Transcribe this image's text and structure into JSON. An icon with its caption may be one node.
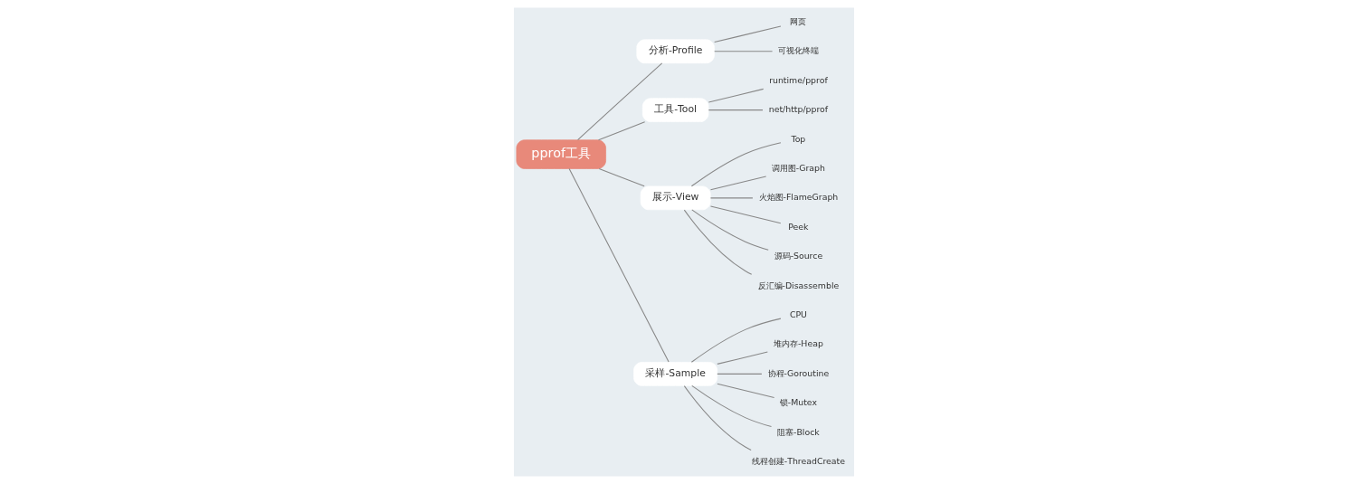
{
  "diagram": {
    "nodes": [
      {
        "text": [
          "pprof工具"
        ]
      },
      {
        "text": [
          "分析-Profile"
        ]
      },
      {
        "text": [
          "网页"
        ]
      },
      {
        "text": [
          "可视化终端"
        ]
      },
      {
        "text": [
          "工具-Tool"
        ]
      },
      {
        "text": [
          "runtime/pprof"
        ]
      },
      {
        "text": [
          "net/http/pprof"
        ]
      },
      {
        "text": [
          "展示-View"
        ]
      },
      {
        "text": [
          "Top"
        ]
      },
      {
        "text": [
          "调用图-Graph"
        ]
      },
      {
        "text": [
          "火焰图-FlameGraph"
        ]
      },
      {
        "text": [
          "Peek"
        ]
      },
      {
        "text": [
          "源码-Source"
        ]
      },
      {
        "text": [
          "反汇编-Disassemble"
        ]
      },
      {
        "text": [
          "采样-Sample"
        ]
      },
      {
        "text": [
          "CPU"
        ]
      },
      {
        "text": [
          "堆内存-Heap"
        ]
      },
      {
        "text": [
          "协程-Goroutine"
        ]
      },
      {
        "text": [
          "锁-Mutex"
        ]
      },
      {
        "text": [
          "阻塞-Block"
        ]
      },
      {
        "text": [
          "线程创建-ThreadCreate"
        ]
      }
    ],
    "edges": [
      {
        "from": 0,
        "to": 1,
        "arrow": "none"
      },
      {
        "from": 1,
        "to": 2,
        "arrow": "none"
      },
      {
        "from": 1,
        "to": 3,
        "arrow": "none"
      },
      {
        "from": 0,
        "to": 4,
        "arrow": "none"
      },
      {
        "from": 4,
        "to": 5,
        "arrow": "none"
      },
      {
        "from": 4,
        "to": 6,
        "arrow": "none"
      },
      {
        "from": 0,
        "to": 7,
        "arrow": "none"
      },
      {
        "from": 7,
        "to": 8,
        "arrow": "none"
      },
      {
        "from": 7,
        "to": 9,
        "arrow": "none"
      },
      {
        "from": 7,
        "to": 10,
        "arrow": "none"
      },
      {
        "from": 7,
        "to": 11,
        "arrow": "none"
      },
      {
        "from": 7,
        "to": 12,
        "arrow": "none"
      },
      {
        "from": 7,
        "to": 13,
        "arrow": "none"
      },
      {
        "from": 0,
        "to": 14,
        "arrow": "none"
      },
      {
        "from": 14,
        "to": 15,
        "arrow": "none"
      },
      {
        "from": 14,
        "to": 16,
        "arrow": "none"
      },
      {
        "from": 14,
        "to": 17,
        "arrow": "none"
      },
      {
        "from": 14,
        "to": 18,
        "arrow": "none"
      },
      {
        "from": 14,
        "to": 19,
        "arrow": "none"
      },
      {
        "from": 14,
        "to": 20,
        "arrow": "none"
      }
    ]
  }
}
